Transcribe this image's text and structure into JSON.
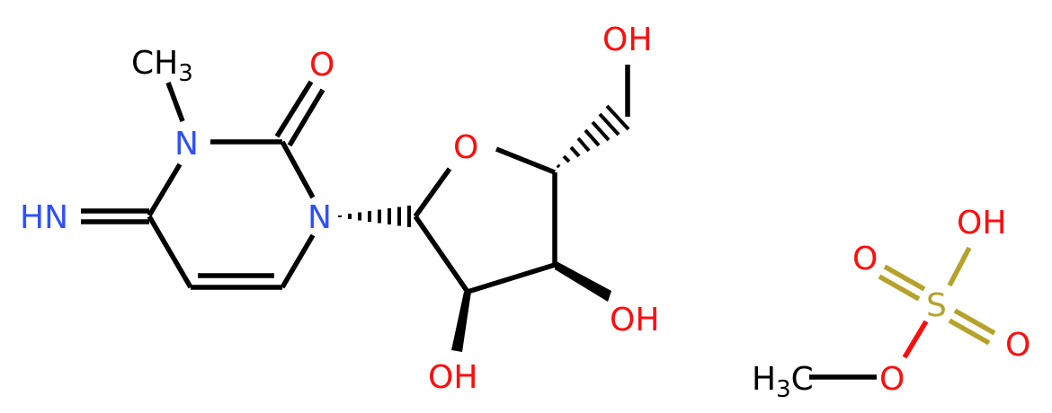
{
  "colors": {
    "carbon": "#000000",
    "nitrogen": "#3050f8",
    "oxygen": "#ff0d0d",
    "sulfur": "#b5a22a"
  },
  "labels": {
    "ch3_top": {
      "main": "CH",
      "sub": "3"
    },
    "o_carbonyl": "O",
    "n3": "N",
    "n1": "N",
    "imine": "HN",
    "o_ring": "O",
    "oh_ch2": "OH",
    "oh_c3": "OH",
    "oh_c2": "OH",
    "oh_sulfate": "OH",
    "o_sulfate_left": "O",
    "s": "S",
    "o_sulfate_right": "O",
    "o_ester": "O",
    "ch3_sulfate": {
      "pre": "H",
      "sub": "3",
      "post": "C"
    }
  }
}
